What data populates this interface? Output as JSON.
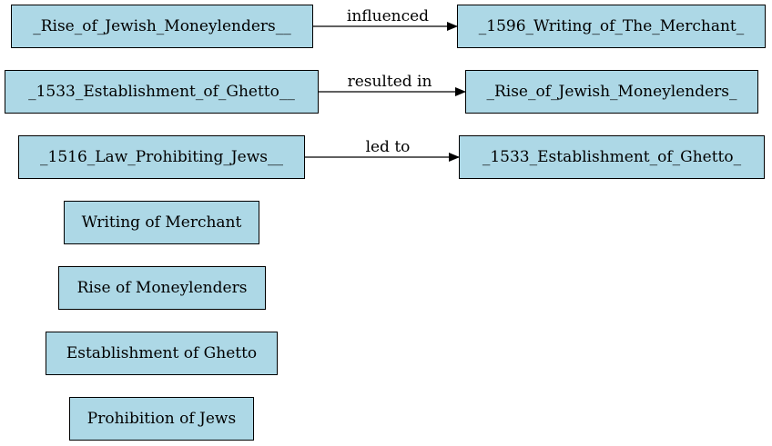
{
  "nodes": {
    "rise_src": "_Rise_of_Jewish_Moneylenders__",
    "writing_dst": "_1596_Writing_of_The_Merchant_",
    "ghetto_src": "_1533_Establishment_of_Ghetto__",
    "rise_dst": "_Rise_of_Jewish_Moneylenders_",
    "law_src": "_1516_Law_Prohibiting_Jews__",
    "ghetto_dst": "_1533_Establishment_of_Ghetto_",
    "writing_merchant": "Writing of Merchant",
    "rise_moneylenders": "Rise of Moneylenders",
    "establishment_ghetto": "Establishment of Ghetto",
    "prohibition_jews": "Prohibition of Jews"
  },
  "edges": [
    {
      "from": "rise_src",
      "to": "writing_dst",
      "label": "influenced"
    },
    {
      "from": "ghetto_src",
      "to": "rise_dst",
      "label": "resulted in"
    },
    {
      "from": "law_src",
      "to": "ghetto_dst",
      "label": "led to"
    }
  ],
  "colors": {
    "node_fill": "#add8e6",
    "node_border": "#000000",
    "edge": "#000000"
  }
}
